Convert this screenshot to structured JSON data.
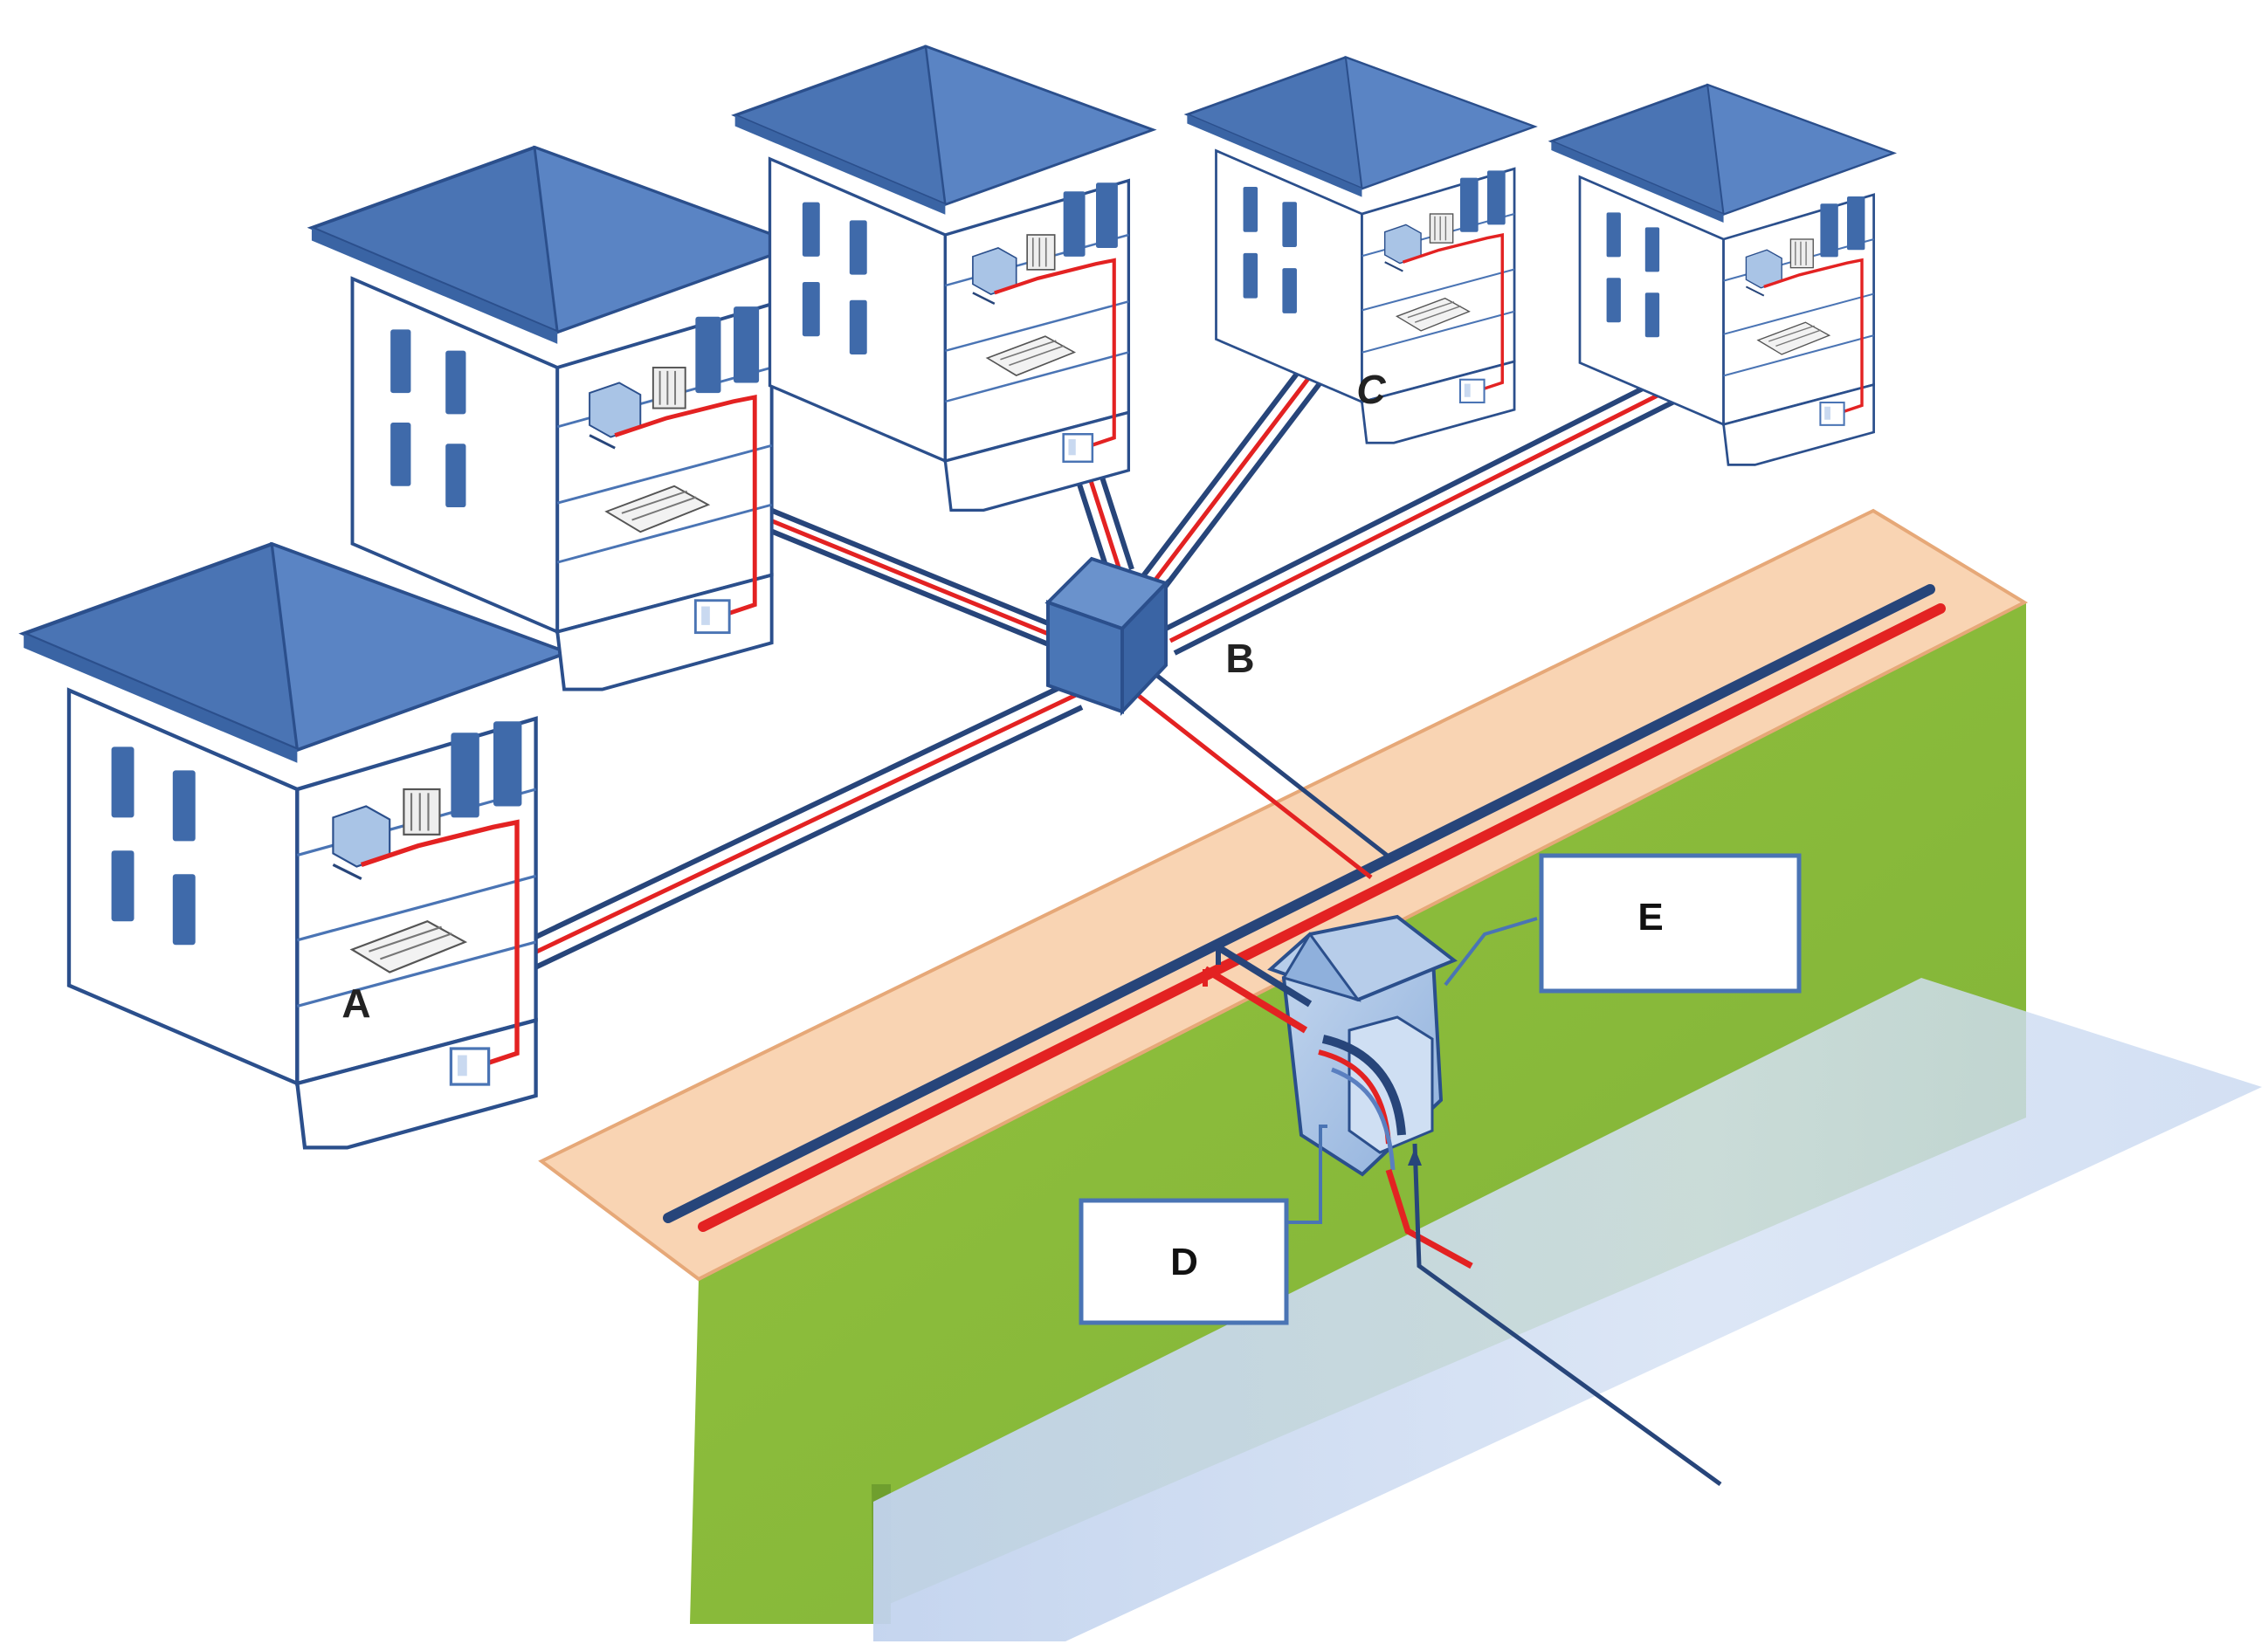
{
  "labels": {
    "a": "A",
    "b": "B",
    "c": "C",
    "d": "D",
    "e": "E"
  },
  "colors": {
    "roof": "#4a74b4",
    "roof_edge": "#2b4f8c",
    "wall": "#ffffff",
    "wall_edge": "#2b4f8c",
    "window": "#3f6aaa",
    "supply_pipe": "#e32222",
    "return_pipe": "#27457a",
    "hub": "#4a76b6",
    "street": "#f9d4b3",
    "street_edge": "#e6a878",
    "embankment": "#8cbc3a",
    "water": "#c6d6ee",
    "station": "#a9c4e6"
  },
  "icons": {
    "house": "house-icon",
    "hub": "distribution-hub-icon",
    "station": "pump-station-icon",
    "substation": "substation-icon"
  }
}
